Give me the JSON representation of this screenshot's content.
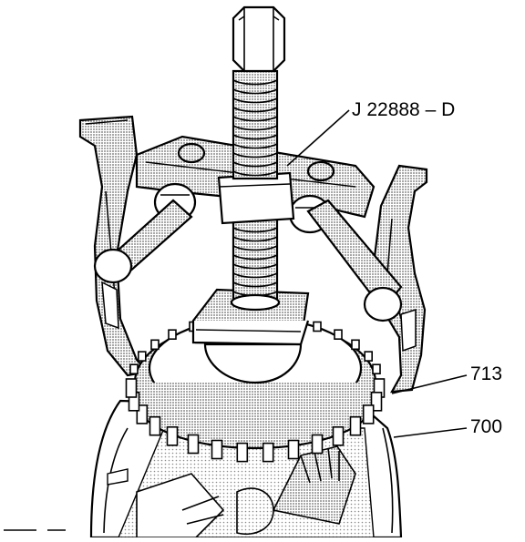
{
  "callouts": {
    "tool": "J 22888 – D",
    "ring": "713",
    "housing": "700"
  },
  "colors": {
    "ink": "#000000",
    "paper": "#ffffff",
    "shade": "#b9b9b9",
    "shade_dark": "#8f8f8f"
  }
}
